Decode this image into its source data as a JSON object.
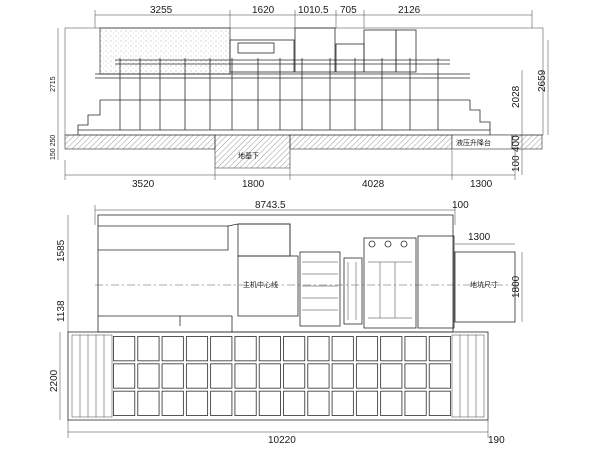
{
  "colors": {
    "line": "#2a2a2a",
    "background": "#ffffff"
  },
  "top_view": {
    "dims_top": [
      "3255",
      "1620",
      "1010.5",
      "705",
      "2126"
    ],
    "height_left": "2715",
    "heights_right": [
      "2028",
      "2659"
    ],
    "base_left": "150 250",
    "base_right": [
      "400",
      "100"
    ],
    "dims_bottom": [
      "3520",
      "1800",
      "4028",
      "1300"
    ],
    "label_pit": "地基下",
    "label_lift": "液压升降台"
  },
  "plan_view": {
    "overall_length": "8743.5",
    "overall_offset": "100",
    "right_width": "1300",
    "right_height": "1800",
    "height_upper": "1585",
    "height_lower": "1138",
    "label_center": "主机中心线",
    "label_pit_size": "地坑尺寸"
  },
  "platform_view": {
    "height": "2200",
    "length": "10220",
    "offset": "190"
  }
}
